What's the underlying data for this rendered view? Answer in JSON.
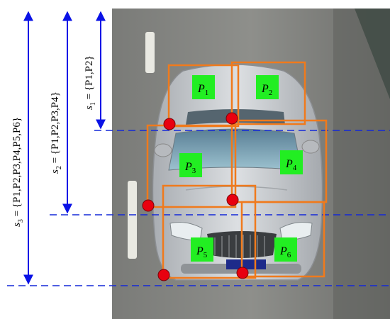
{
  "sets": [
    {
      "id": "s1",
      "label": "s",
      "sub": "1",
      "rhs": "{P1,P2}"
    },
    {
      "id": "s2",
      "label": "s",
      "sub": "2",
      "rhs": "{P1,P2,P3,P4}"
    },
    {
      "id": "s3",
      "label": "s",
      "sub": "3",
      "rhs": "{P1,P2,P3,P4,P5,P6}"
    }
  ],
  "patches": [
    {
      "id": "P1",
      "letter": "P",
      "sub": "1"
    },
    {
      "id": "P2",
      "letter": "P",
      "sub": "2"
    },
    {
      "id": "P3",
      "letter": "P",
      "sub": "3"
    },
    {
      "id": "P4",
      "letter": "P",
      "sub": "4"
    },
    {
      "id": "P5",
      "letter": "P",
      "sub": "5"
    },
    {
      "id": "P6",
      "letter": "P",
      "sub": "6"
    }
  ],
  "colors": {
    "arrow": "#0a12e6",
    "dashed_line": "#1428d8",
    "box": "#f07a1c",
    "point": "#e8000f",
    "label_bg": "#22ee22",
    "road": "#8a8a88",
    "car_body": "#c9ccd0"
  }
}
